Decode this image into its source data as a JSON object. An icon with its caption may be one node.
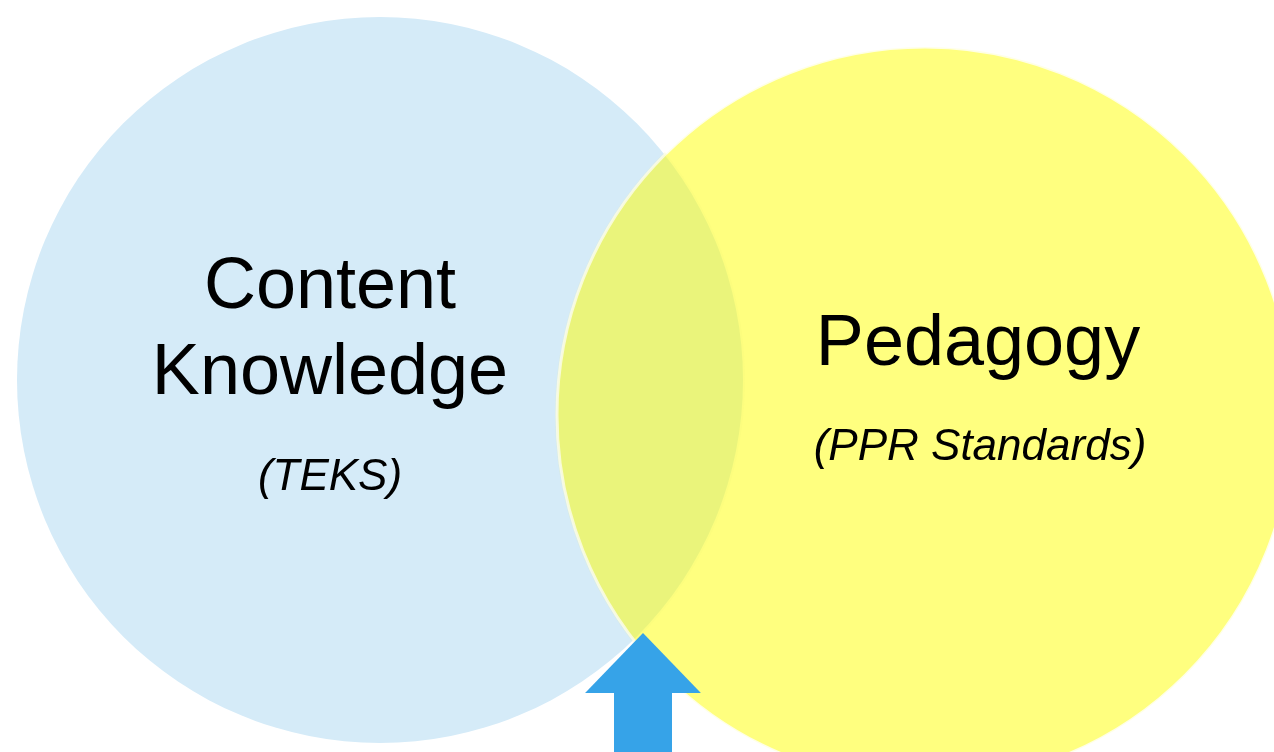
{
  "diagram": {
    "nodes": [
      {
        "text": [
          "Content Knowledge",
          "(TEKS)"
        ]
      },
      {
        "text": [
          "Pedagogy",
          "(PPR Standards)"
        ]
      },
      {
        "text": [],
        "shape": "lens"
      }
    ],
    "edges": [
      {
        "from": null,
        "to": 2,
        "arrow": "to"
      }
    ]
  }
}
